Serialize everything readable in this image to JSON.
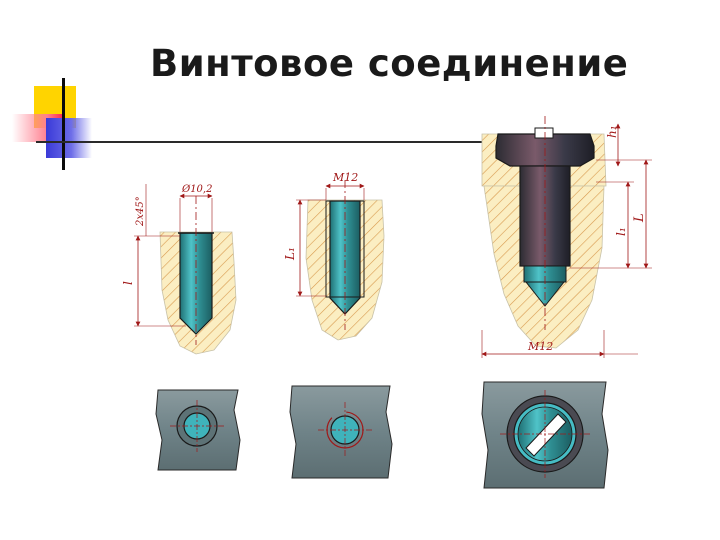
{
  "slide": {
    "title": "Винтовое соединение"
  },
  "dimensions": {
    "d1_diameter": "Ø10,2",
    "d1_chamfer": "2x45°",
    "d1_length": "l",
    "d2_thread": "M12",
    "d2_length": "L₁",
    "d3_head": "h₁",
    "d3_length_l1": "l₁",
    "d3_length_L": "L",
    "d3_thread": "M12"
  },
  "colors": {
    "steel": "#2f8f93",
    "material": "#fbeec2",
    "hatch": "#d89a4e",
    "dimension": "#a01818",
    "plate": "#6f8388"
  }
}
